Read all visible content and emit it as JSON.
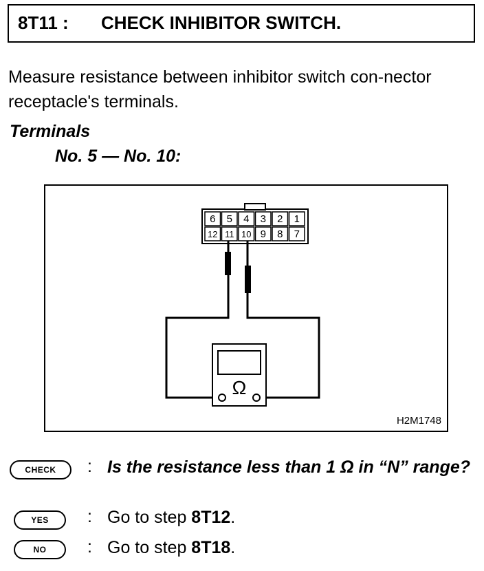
{
  "header": {
    "code": "8T11 :",
    "title": "CHECK INHIBITOR SWITCH."
  },
  "intro_text": "Measure resistance between inhibitor switch con-nector receptacle's terminals.",
  "terminals": {
    "heading": "Terminals",
    "pair": "No. 5 — No. 10:"
  },
  "figure": {
    "connector_top_row": [
      "6",
      "5",
      "4",
      "3",
      "2",
      "1"
    ],
    "connector_bottom_row": [
      "12",
      "11",
      "10",
      "9",
      "8",
      "7"
    ],
    "meter_symbol": "Ω",
    "figure_code": "H2M1748"
  },
  "check": {
    "icon_label": "CHECK",
    "colon": ":",
    "question": "Is the resistance less than 1 Ω in “N” range?"
  },
  "yes": {
    "icon_label": "YES",
    "colon": ":",
    "text_prefix": "Go to step ",
    "step": "8T12",
    "suffix": "."
  },
  "no": {
    "icon_label": "NO",
    "colon": ":",
    "text_prefix": "Go to step ",
    "step": "8T18",
    "suffix": "."
  }
}
